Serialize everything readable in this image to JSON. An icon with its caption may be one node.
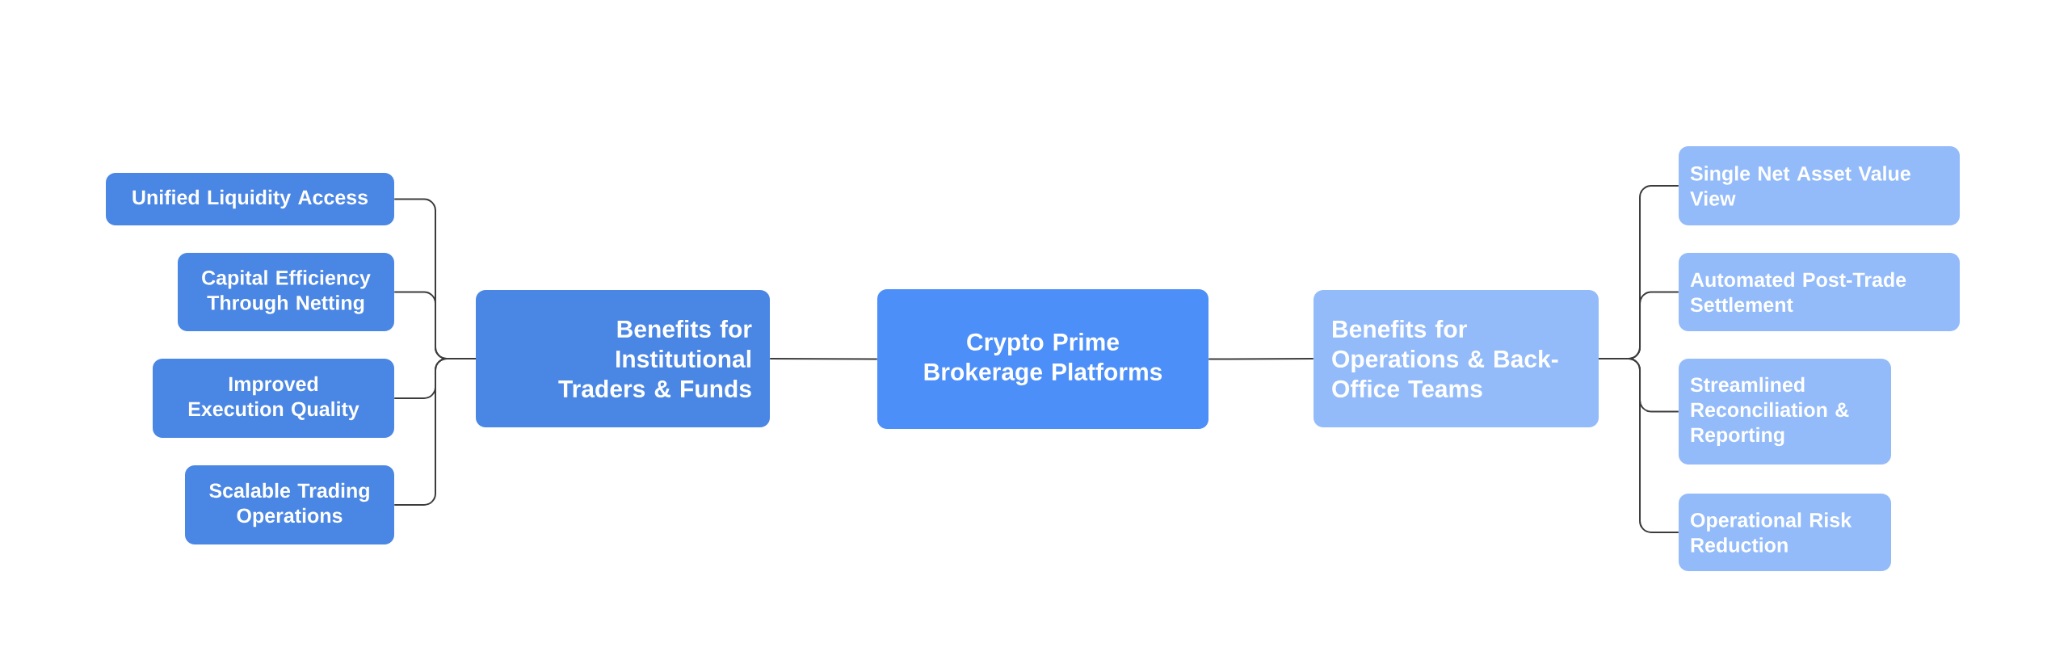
{
  "diagram": {
    "nodes": [
      {
        "text": [
          "Crypto Prime Brokerage Platforms"
        ]
      },
      {
        "text": [
          "Benefits for Institutional Traders & Funds"
        ]
      },
      {
        "text": [
          "Unified Liquidity Access"
        ]
      },
      {
        "text": [
          "Capital Efficiency Through Netting"
        ]
      },
      {
        "text": [
          "Improved Execution Quality"
        ]
      },
      {
        "text": [
          "Scalable Trading Operations"
        ]
      },
      {
        "text": [
          "Benefits for Operations & Back-Office Teams"
        ]
      },
      {
        "text": [
          "Single Net Asset Value View"
        ]
      },
      {
        "text": [
          "Automated Post-Trade Settlement"
        ]
      },
      {
        "text": [
          "Streamlined Reconciliation & Reporting"
        ]
      },
      {
        "text": [
          "Operational Risk Reduction"
        ]
      }
    ],
    "edges": [
      {
        "from": 0,
        "to": 1,
        "arrow": "none"
      },
      {
        "from": 0,
        "to": 6,
        "arrow": "none"
      },
      {
        "from": 1,
        "to": 2,
        "arrow": "none"
      },
      {
        "from": 1,
        "to": 3,
        "arrow": "none"
      },
      {
        "from": 1,
        "to": 4,
        "arrow": "none"
      },
      {
        "from": 1,
        "to": 5,
        "arrow": "none"
      },
      {
        "from": 6,
        "to": 7,
        "arrow": "none"
      },
      {
        "from": 6,
        "to": 8,
        "arrow": "none"
      },
      {
        "from": 6,
        "to": 9,
        "arrow": "none"
      },
      {
        "from": 6,
        "to": 10,
        "arrow": "none"
      }
    ]
  }
}
